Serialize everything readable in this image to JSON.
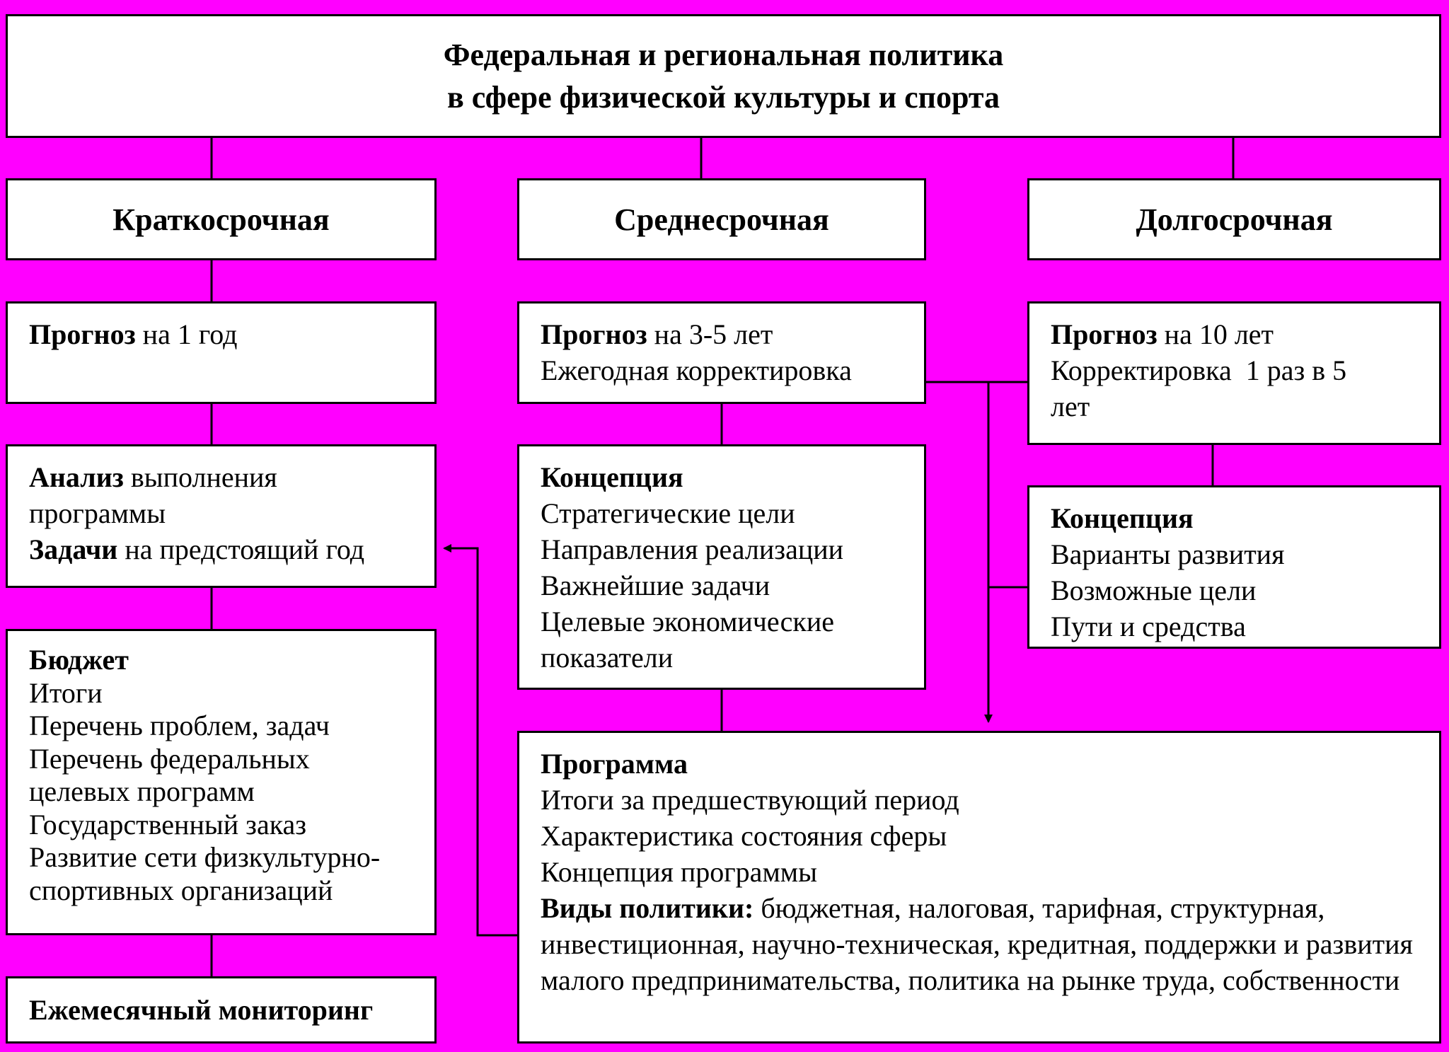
{
  "title": {
    "line1": "Федеральная и региональная политика",
    "line2": "в сфере физической культуры и спорта"
  },
  "columns": {
    "short": "Краткосрочная",
    "medium": "Среднесрочная",
    "long": "Долгосрочная"
  },
  "short": {
    "forecast": {
      "bold": "Прогноз",
      "rest": " на 1 год"
    },
    "analysis": {
      "l1_bold": "Анализ",
      "l1_rest": " выполнения",
      "l2": "программы",
      "l3_bold": "Задачи",
      "l3_rest": " на предстоящий год"
    },
    "budget": {
      "heading": "Бюджет",
      "items": [
        "Итоги",
        "Перечень проблем, задач",
        "Перечень федеральных",
        "целевых программ",
        "Государственный заказ",
        "Развитие сети физкультурно-",
        "спортивных организаций"
      ]
    },
    "monitoring": "Ежемесячный мониторинг"
  },
  "medium": {
    "forecast": {
      "bold": "Прогноз",
      "rest": " на 3-5 лет",
      "line2": "Ежегодная корректировка"
    },
    "concept": {
      "heading": "Концепция",
      "items": [
        "Стратегические цели",
        "Направления реализации",
        "Важнейшие задачи",
        "Целевые экономические",
        "показатели"
      ]
    }
  },
  "long": {
    "forecast": {
      "bold": "Прогноз",
      "rest": " на 10 лет",
      "line2": "Корректировка  1 раз в 5",
      "line3": "лет"
    },
    "concept": {
      "heading": "Концепция",
      "items": [
        "Варианты развития",
        "Возможные цели",
        "Пути и средства"
      ]
    }
  },
  "program": {
    "heading": "Программа",
    "items": [
      "Итоги за предшествующий период",
      "Характеристика состояния сферы",
      "Концепция программы"
    ],
    "policy_bold": "Виды политики:",
    "policy_rest": " бюджетная, налоговая, тарифная, структурная, инвестиционная, научно-техническая, кредитная, поддержки и развития малого предпринимательства, политика на рынке труда, собственности"
  }
}
